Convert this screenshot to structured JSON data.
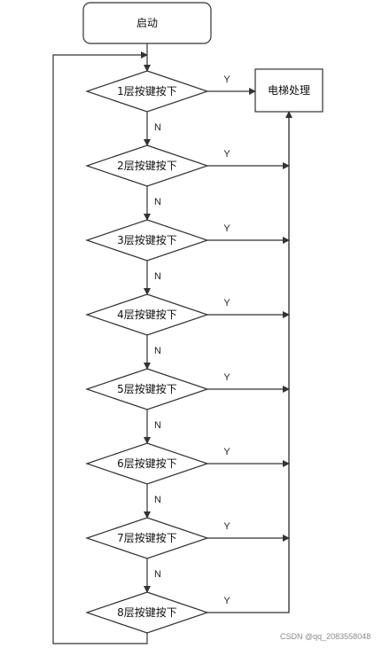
{
  "diagram": {
    "start": "启动",
    "process": "电梯处理",
    "decisions": [
      "1层按键按下",
      "2层按键按下",
      "3层按键按下",
      "4层按键按下",
      "5层按键按下",
      "6层按键按下",
      "7层按键按下",
      "8层按键按下"
    ],
    "yes_label": "Y",
    "no_label": "N",
    "colors": {
      "stroke": "#333333",
      "fill": "#ffffff",
      "text": "#111111"
    }
  },
  "watermark": {
    "text": "CSDN @qq_2083558048"
  }
}
